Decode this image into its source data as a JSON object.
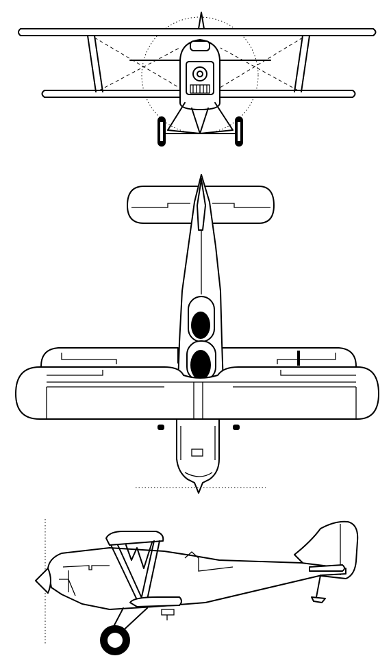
{
  "drawing": {
    "views": [
      "front",
      "top",
      "side"
    ],
    "line_color": "#000000",
    "background": "#ffffff"
  }
}
